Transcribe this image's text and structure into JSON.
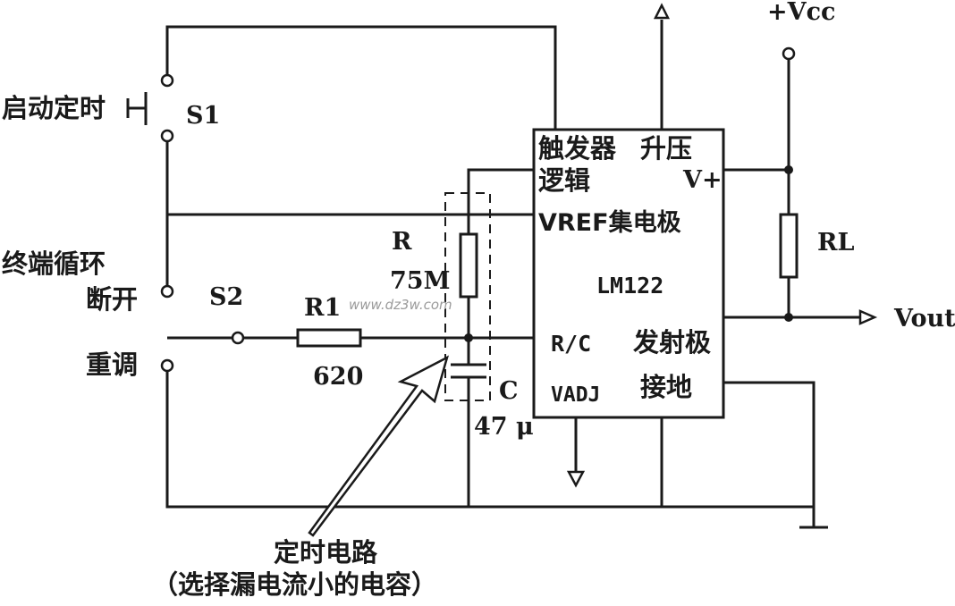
{
  "labels": {
    "vcc": "+Vcc",
    "start_timer": "启动定时",
    "s1": "S1",
    "terminal_cycle_1": "终端循环",
    "terminal_cycle_2": "断开",
    "s2": "S2",
    "reset": "重调",
    "r1": "R1",
    "r1_value": "620",
    "r": "R",
    "r_value": "75M",
    "c": "C",
    "c_value": "47 μ",
    "rl": "RL",
    "vout": "Vout",
    "watermark": "www.dz3w.com",
    "timing_circuit_1": "定时电路",
    "timing_circuit_2": "（选择漏电流小的电容）"
  },
  "ic": {
    "name": "LM122",
    "trigger_logic_1": "触发器",
    "trigger_logic_2": "逻辑",
    "boost": "升压",
    "vplus": "V+",
    "vref_collector": "VREF集电极",
    "rc": "R/C",
    "emitter": "发射极",
    "vadj": "VADJ",
    "ground": "接地"
  }
}
